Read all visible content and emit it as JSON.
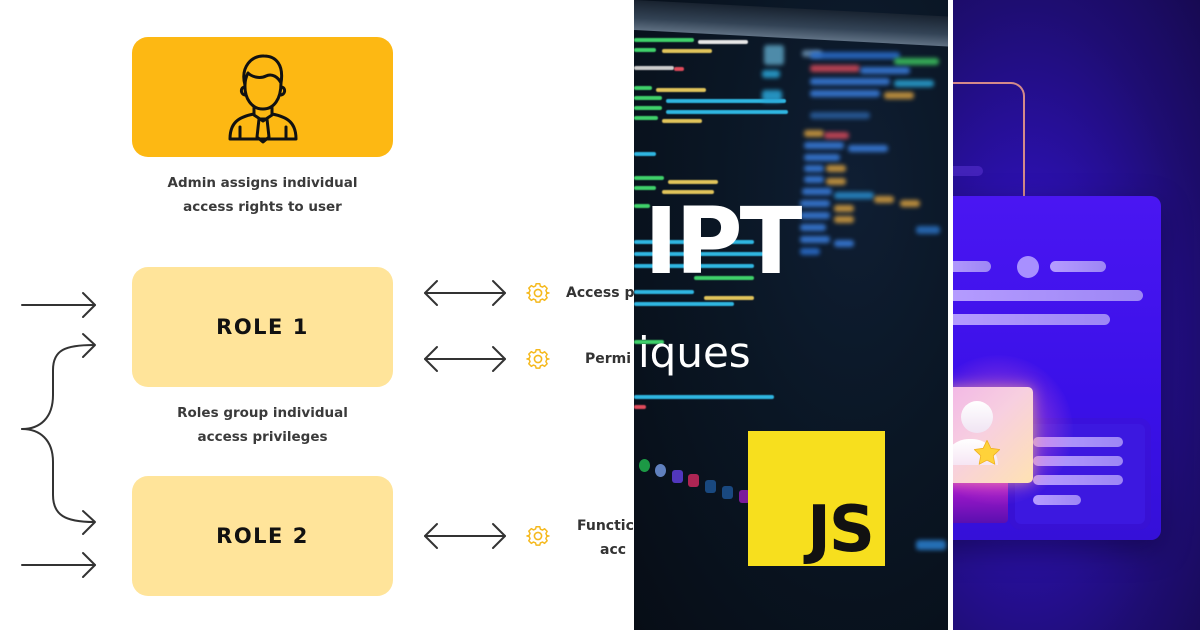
{
  "diagram": {
    "admin": {
      "icon": "businessman-icon",
      "caption_line1": "Admin assigns individual",
      "caption_line2": "access rights to user",
      "color": "#FDB813"
    },
    "roles": [
      {
        "label": "ROLE 1",
        "color": "#FFE49A"
      },
      {
        "label": "ROLE 2",
        "color": "#FFE49A"
      }
    ],
    "roles_caption_line1": "Roles group individual",
    "roles_caption_line2": "access privileges",
    "permissions": [
      {
        "icon": "gear-icon",
        "text": "Access p"
      },
      {
        "icon": "gear-icon",
        "text": "Permi"
      },
      {
        "icon": "gear-icon",
        "text_line1": "Functic",
        "text_line2": "acc"
      }
    ],
    "accent_color": "#F5B91E"
  },
  "js_panel": {
    "title_fragment": "IPT",
    "subtitle_fragment": "iques",
    "badge_text": "JS",
    "badge_color": "#F7DF1E"
  },
  "illustration_panel": {
    "theme_color": "#3A10E8",
    "star_color": "#FFD23A"
  }
}
